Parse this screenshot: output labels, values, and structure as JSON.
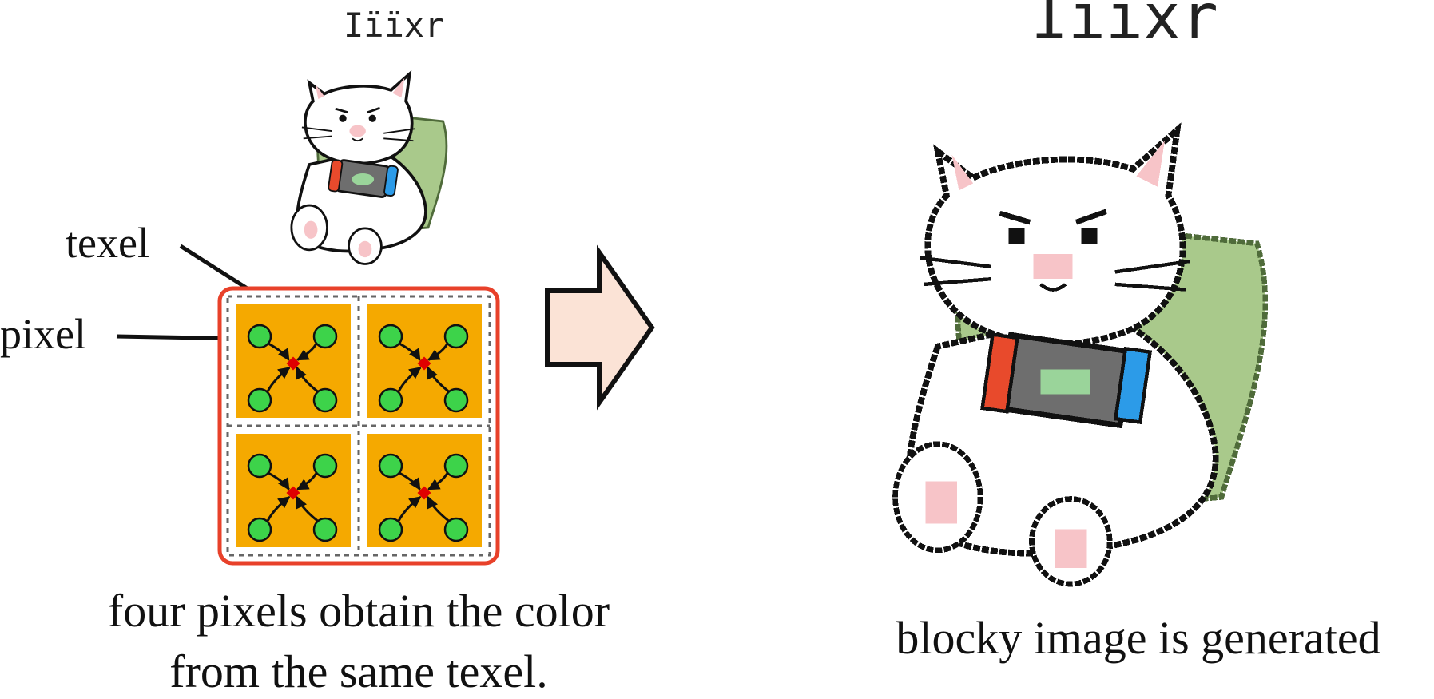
{
  "left": {
    "signature": "Iïïxr",
    "texel_label": "texel",
    "pixel_label": "pixel",
    "caption_line1": "four pixels obtain the color",
    "caption_line2": "from the same texel."
  },
  "right": {
    "signature": "Iïïxr",
    "caption": "blocky image is generated"
  },
  "colors": {
    "texel_fill": "#F5A900",
    "frame": "#E8412A",
    "pixel_dot": "#3DD34A",
    "sample_point": "#E00000",
    "arrow_fill": "#FBE3D6",
    "pillow": "#A9C98B",
    "console_body": "#6E6E6E",
    "joycon_left": "#E84A2C",
    "joycon_right": "#2C9BE8",
    "blush": "#F7C4C8"
  }
}
